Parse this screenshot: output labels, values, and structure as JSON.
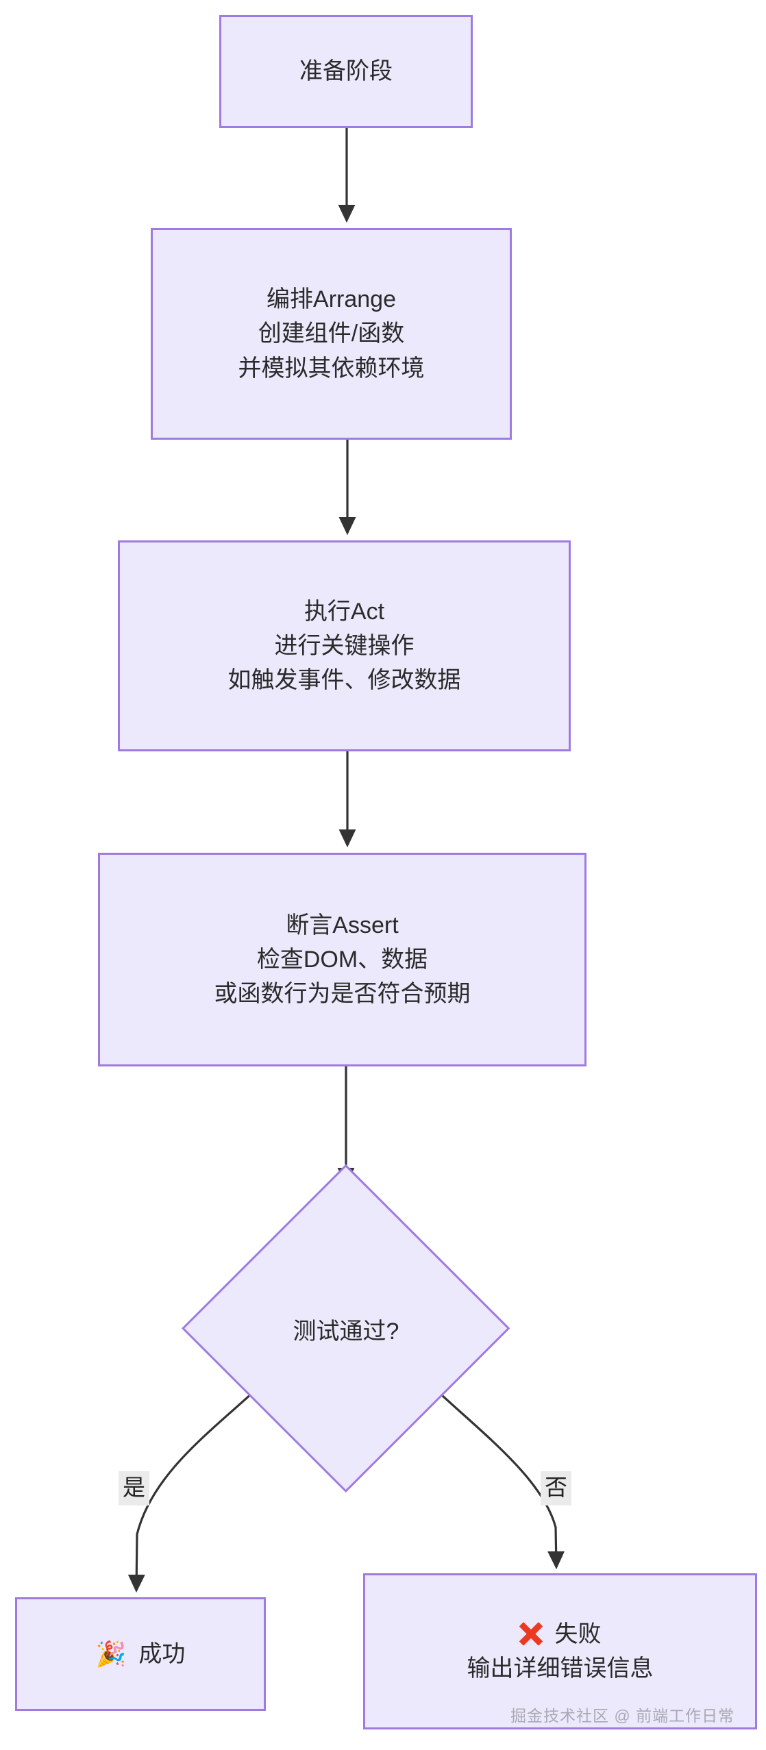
{
  "diagram": {
    "type": "flowchart",
    "direction": "top-to-bottom",
    "theme": {
      "node_fill": "#ece9fc",
      "node_border": "#9f7ae0",
      "edge_color": "#2a2a2a",
      "text_color": "#2a2a2a",
      "edge_label_bg": "#ebebeb",
      "background": "#ffffff",
      "error_mark_color": "#ec3a22"
    },
    "nodes": [
      {
        "id": "prepare",
        "shape": "rect",
        "lines": [
          "准备阶段"
        ]
      },
      {
        "id": "arrange",
        "shape": "rect",
        "lines": [
          "编排Arrange",
          "创建组件/函数",
          "并模拟其依赖环境"
        ]
      },
      {
        "id": "act",
        "shape": "rect",
        "lines": [
          "执行Act",
          "进行关键操作",
          "如触发事件、修改数据"
        ]
      },
      {
        "id": "assert",
        "shape": "rect",
        "lines": [
          "断言Assert",
          "检查DOM、数据",
          "或函数行为是否符合预期"
        ]
      },
      {
        "id": "decision",
        "shape": "diamond",
        "lines": [
          "测试通过?"
        ]
      },
      {
        "id": "success",
        "shape": "rect",
        "icon": "party-popper-icon",
        "icon_glyph": "🎉",
        "lines": [
          "成功"
        ]
      },
      {
        "id": "failure",
        "shape": "rect",
        "icon": "cross-mark-icon",
        "icon_glyph": "❌",
        "lines": [
          "失败",
          "输出详细错误信息"
        ]
      }
    ],
    "edges": [
      {
        "from": "prepare",
        "to": "arrange",
        "label": ""
      },
      {
        "from": "arrange",
        "to": "act",
        "label": ""
      },
      {
        "from": "act",
        "to": "assert",
        "label": ""
      },
      {
        "from": "assert",
        "to": "decision",
        "label": ""
      },
      {
        "from": "decision",
        "to": "success",
        "label": "是"
      },
      {
        "from": "decision",
        "to": "failure",
        "label": "否"
      }
    ]
  },
  "watermark": {
    "text": "掘金技术社区 @ 前端工作日常"
  }
}
